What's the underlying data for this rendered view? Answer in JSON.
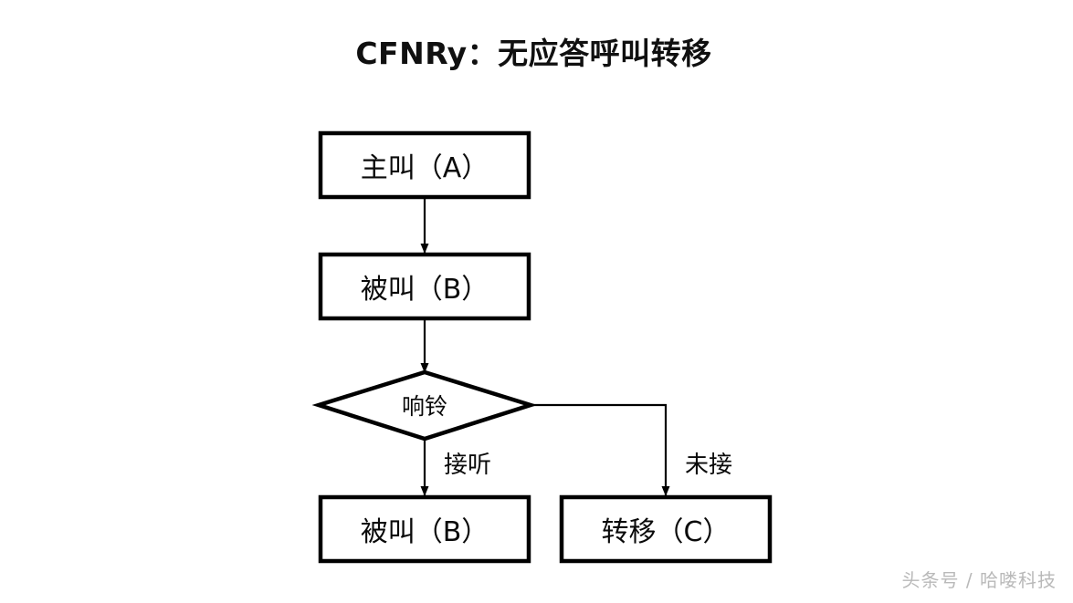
{
  "page": {
    "title": "CFNRy：无应答呼叫转移",
    "background_color": "#ffffff",
    "stroke_color": "#000000",
    "text_color": "#0a0a0a"
  },
  "diagram": {
    "type": "flowchart",
    "nodes": [
      {
        "id": "caller",
        "shape": "rectangle",
        "label": "主叫（A）"
      },
      {
        "id": "callee",
        "shape": "rectangle",
        "label": "被叫（B）"
      },
      {
        "id": "ringing",
        "shape": "diamond",
        "label": "响铃"
      },
      {
        "id": "answered",
        "shape": "rectangle",
        "label": "被叫（B）"
      },
      {
        "id": "forwarded",
        "shape": "rectangle",
        "label": "转移（C）"
      }
    ],
    "edges": [
      {
        "from": "caller",
        "to": "callee",
        "label": ""
      },
      {
        "from": "callee",
        "to": "ringing",
        "label": ""
      },
      {
        "from": "ringing",
        "to": "answered",
        "label": "接听"
      },
      {
        "from": "ringing",
        "to": "forwarded",
        "label": "未接"
      }
    ]
  },
  "watermark": {
    "text": "头条号 / 哈喽科技"
  }
}
